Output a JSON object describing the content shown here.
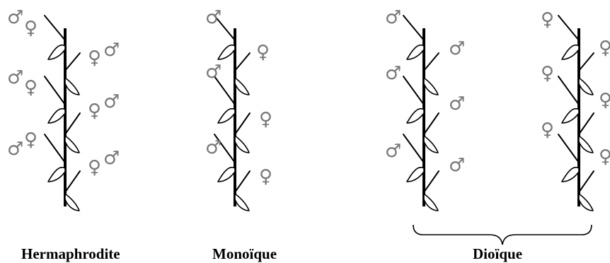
{
  "symbols": {
    "male": "♂",
    "female": "♀"
  },
  "captions": {
    "hermaphrodite": "Hermaphrodite",
    "monoique": "Monoïque",
    "dioique": "Dioïque"
  }
}
